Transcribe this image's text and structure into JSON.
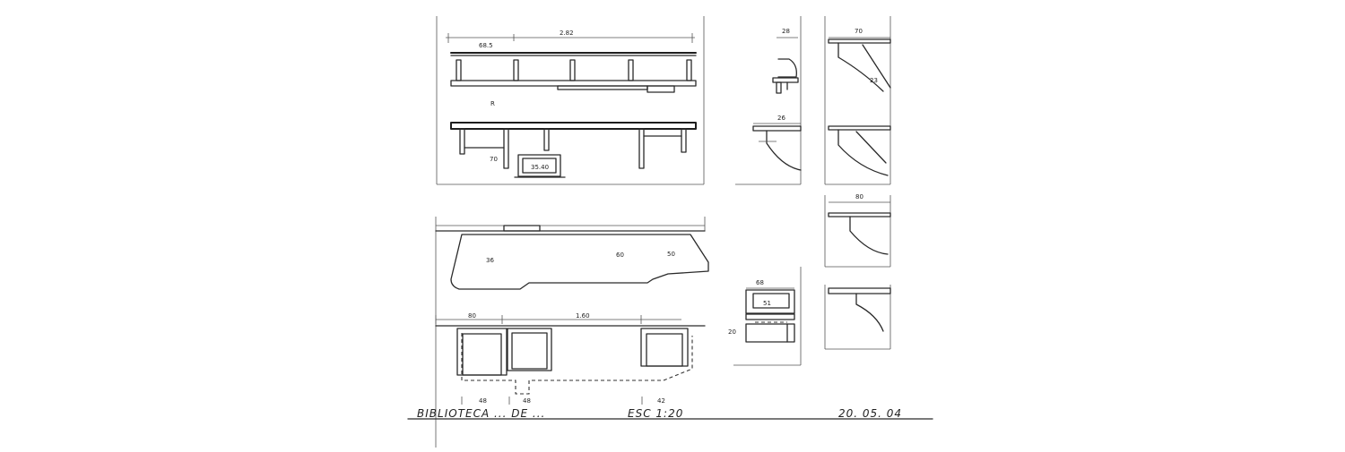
{
  "dimensions": {
    "overall_width": "2.82",
    "top_segment": "68.5",
    "label_r": "R",
    "label_70": "70",
    "box_label": "35.40",
    "label_36": "36",
    "label_60": "60",
    "label_50": "50",
    "plan_80": "80",
    "plan_160": "1.60",
    "bottom_48a": "48",
    "bottom_48b": "48",
    "bottom_42": "42",
    "side_28": "28",
    "side_26": "26",
    "side_68": "68",
    "side_51": "51",
    "side_20": "20",
    "detail_70": "70",
    "detail_80": "80",
    "detail_23": "23"
  },
  "title_block": {
    "title": "BIBLIOTECA  ...  DE  ...",
    "scale": "ESC 1:20",
    "date": "20. 05. 04"
  }
}
